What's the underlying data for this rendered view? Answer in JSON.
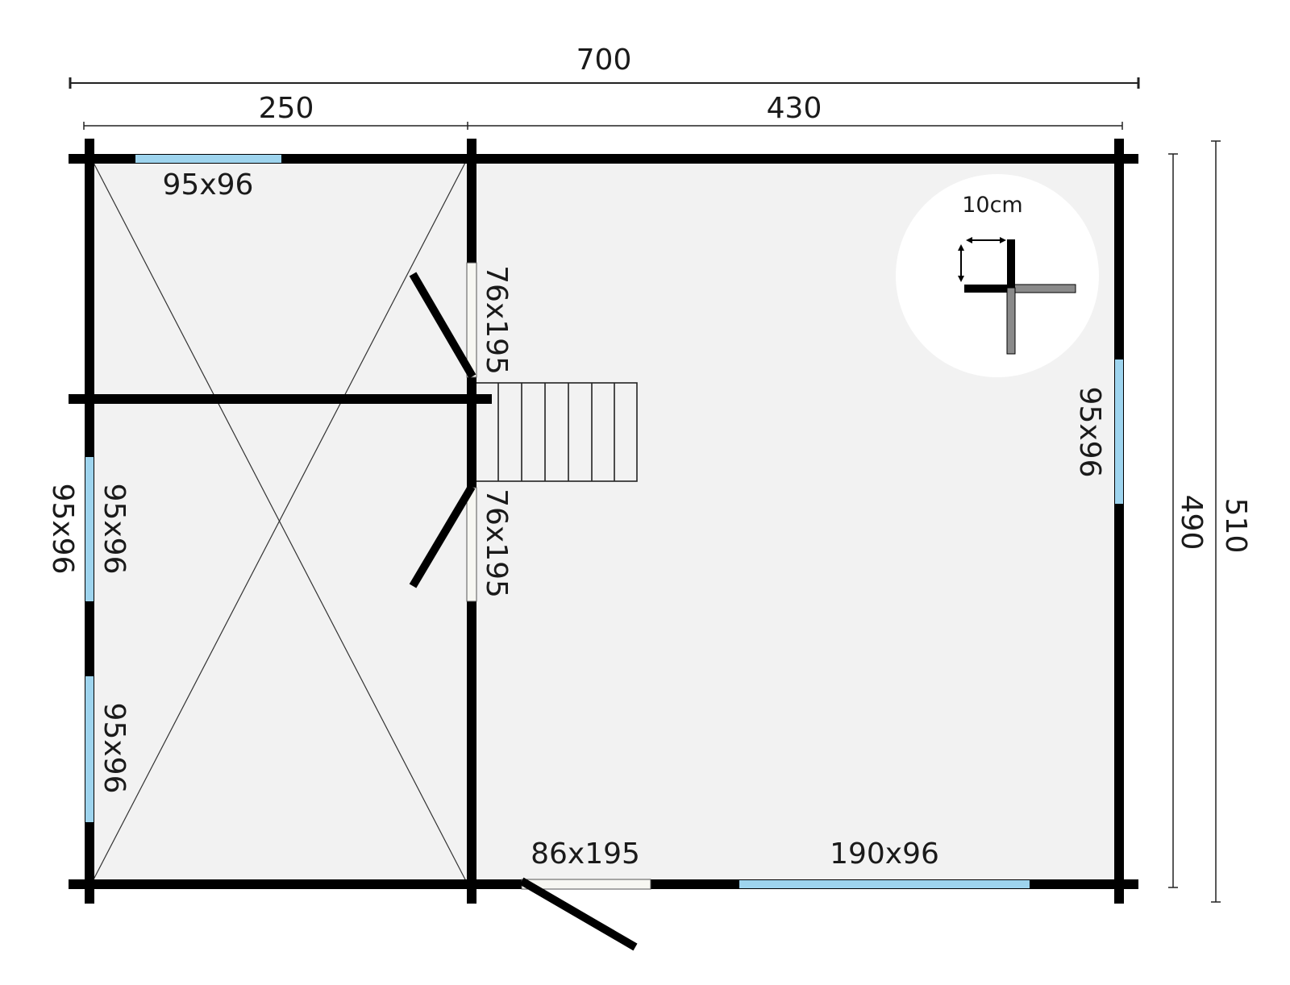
{
  "dimensions": {
    "total_width": "700",
    "left_width": "250",
    "right_width": "430",
    "inner_depth": "490",
    "outer_depth": "510"
  },
  "openings": {
    "window_top_left": "95x96",
    "window_left_a": "95x96",
    "window_left_a_inner": "95x96",
    "window_left_b": "95x96",
    "window_right": "95x96",
    "window_bottom": "190x96",
    "door_inner_upper": "76x195",
    "door_inner_lower": "76x195",
    "door_entrance": "86x195"
  },
  "wall_detail": {
    "thickness_label": "10cm"
  },
  "colors": {
    "floor": "#f2f2f2",
    "window_glass": "#9ed4ee",
    "door_gap": "#f7f7f2",
    "wall": "#000000",
    "detail_circle": "#ffffff"
  }
}
